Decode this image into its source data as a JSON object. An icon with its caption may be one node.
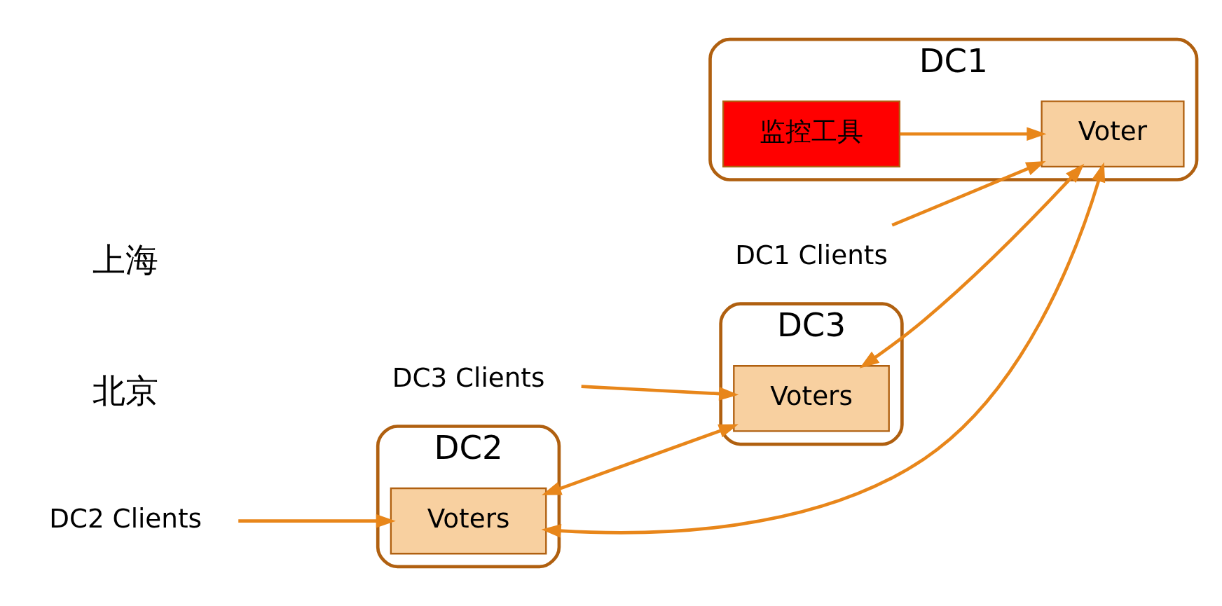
{
  "diagram": {
    "nodes": [
      {
        "text": [
          "DC2"
        ]
      },
      {
        "text": [
          "Voters"
        ],
        "in": 0
      },
      {
        "text": [
          "DC3"
        ]
      },
      {
        "text": [
          "Voters"
        ],
        "in": 2
      },
      {
        "text": [
          "DC1"
        ]
      },
      {
        "text": [
          "Voter"
        ],
        "in": 4
      },
      {
        "text": [
          "监控工具"
        ],
        "in": 4
      },
      {
        "text": [
          "DC2 Clients"
        ]
      },
      {
        "text": [
          "DC1 Clients"
        ]
      },
      {
        "text": [
          "DC3 Clients"
        ]
      }
    ],
    "edges": [
      {
        "from": 7,
        "to": 1,
        "arrow": "to"
      },
      {
        "from": 8,
        "to": 5,
        "arrow": "to"
      },
      {
        "from": 1,
        "to": 5,
        "arrow": "both"
      },
      {
        "from": 1,
        "to": 3,
        "arrow": "both"
      },
      {
        "from": 3,
        "to": 5,
        "arrow": "both"
      },
      {
        "from": 6,
        "to": 5,
        "arrow": "to"
      },
      {
        "from": 9,
        "to": 3,
        "arrow": "to"
      }
    ],
    "labels": [
      "北京",
      "上海"
    ]
  }
}
